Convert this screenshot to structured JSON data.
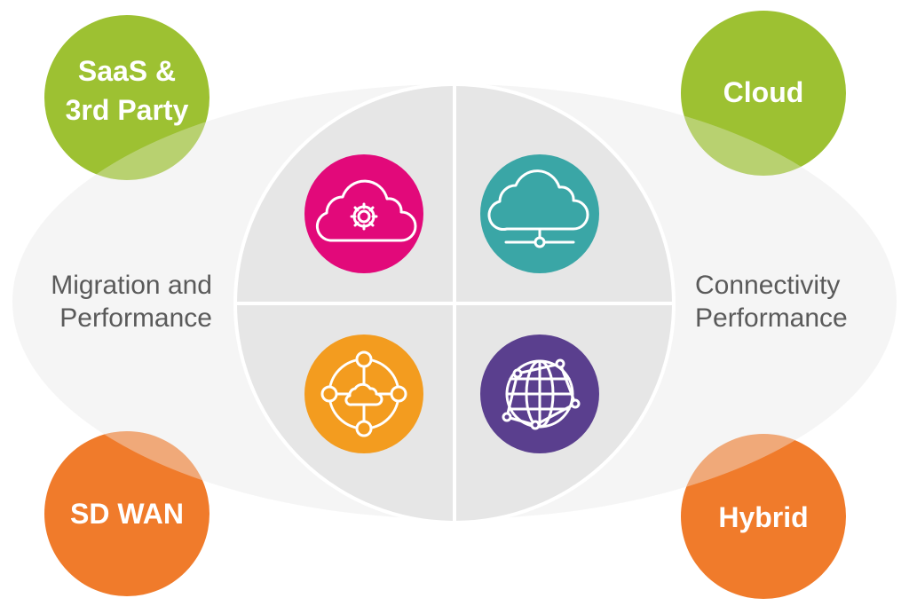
{
  "corners": {
    "top_left": {
      "lines": [
        "SaaS &",
        "3rd Party"
      ],
      "color": "#9dc132"
    },
    "top_right": {
      "lines": [
        "Cloud"
      ],
      "color": "#9dc132"
    },
    "bottom_left": {
      "lines": [
        "SD WAN"
      ],
      "color": "#f07b2b"
    },
    "bottom_right": {
      "lines": [
        "Hybrid"
      ],
      "color": "#f07b2b"
    }
  },
  "side_labels": {
    "left": [
      "Migration and",
      "Performance"
    ],
    "right": [
      "Connectivity",
      "Performance"
    ]
  },
  "quadrant_icons": {
    "top_left": {
      "icon": "cloud-gear-icon",
      "color": "#e2097a"
    },
    "top_right": {
      "icon": "cloud-network-icon",
      "color": "#3aa6a6"
    },
    "bottom_left": {
      "icon": "cloud-hub-icon",
      "color": "#f39c1f"
    },
    "bottom_right": {
      "icon": "globe-network-icon",
      "color": "#5a3f8e"
    }
  },
  "colors": {
    "ellipse": "#f1f1f1",
    "center_circle": "#e6e6e6",
    "divider": "#ffffff",
    "side_text": "#5a5a5a"
  }
}
